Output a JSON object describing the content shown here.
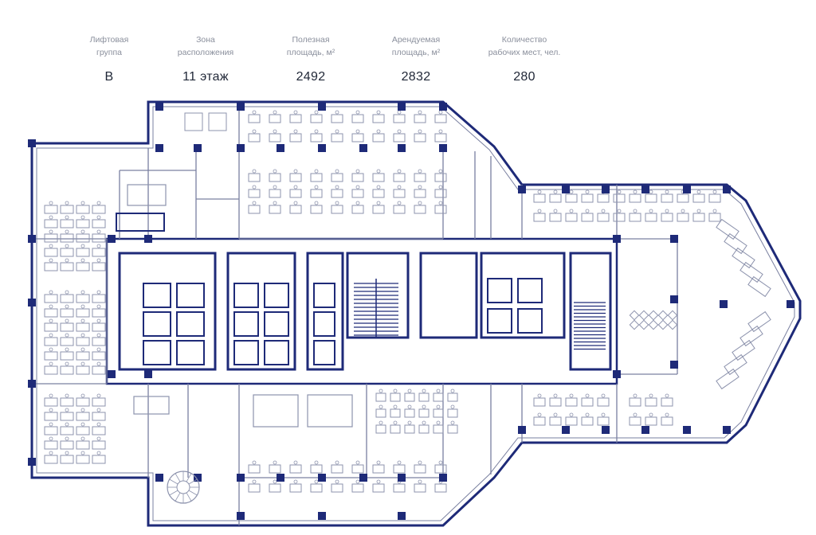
{
  "header": {
    "stats": [
      {
        "label": "Лифтовая\nгруппа",
        "value": "B"
      },
      {
        "label": "Зона\nрасположения",
        "value": "11 этаж"
      },
      {
        "label": "Полезная\nплощадь, м²",
        "value": "2492"
      },
      {
        "label": "Арендуемая\nплощадь, м²",
        "value": "2832"
      },
      {
        "label": "Количество\nрабочих мест, чел.",
        "value": "280"
      }
    ]
  },
  "plan": {
    "colors": {
      "wall": "#1e2a78",
      "line": "#7a80a0",
      "desk": "#8d93ad",
      "bg": "#ffffff"
    }
  }
}
